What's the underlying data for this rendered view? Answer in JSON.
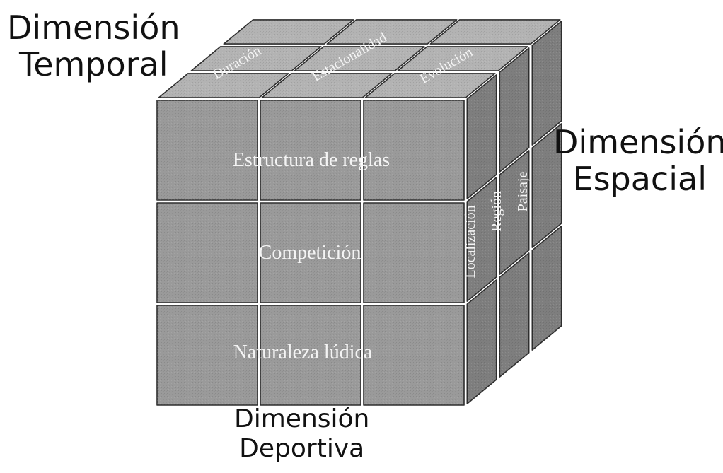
{
  "dimensions": {
    "temporal": {
      "line1": "Dimensión",
      "line2": "Temporal"
    },
    "espacial": {
      "line1": "Dimensión",
      "line2": "Espacial"
    },
    "deportiva": {
      "line1": "Dimensión",
      "line2": "Deportiva"
    }
  },
  "cube": {
    "top_labels": [
      "Duración",
      "Estacionalidad",
      "Evolución"
    ],
    "front_labels": [
      "Estructura de reglas",
      "Competición",
      "Naturaleza lúdica"
    ],
    "side_labels": [
      "Localización",
      "Región",
      "Paisaje"
    ],
    "colors": {
      "front": "#9a9a9a",
      "top": "#b3b3b3",
      "side": "#7e7e7e",
      "edge": "#2e2e2e",
      "text": "#f4f4f4"
    }
  }
}
